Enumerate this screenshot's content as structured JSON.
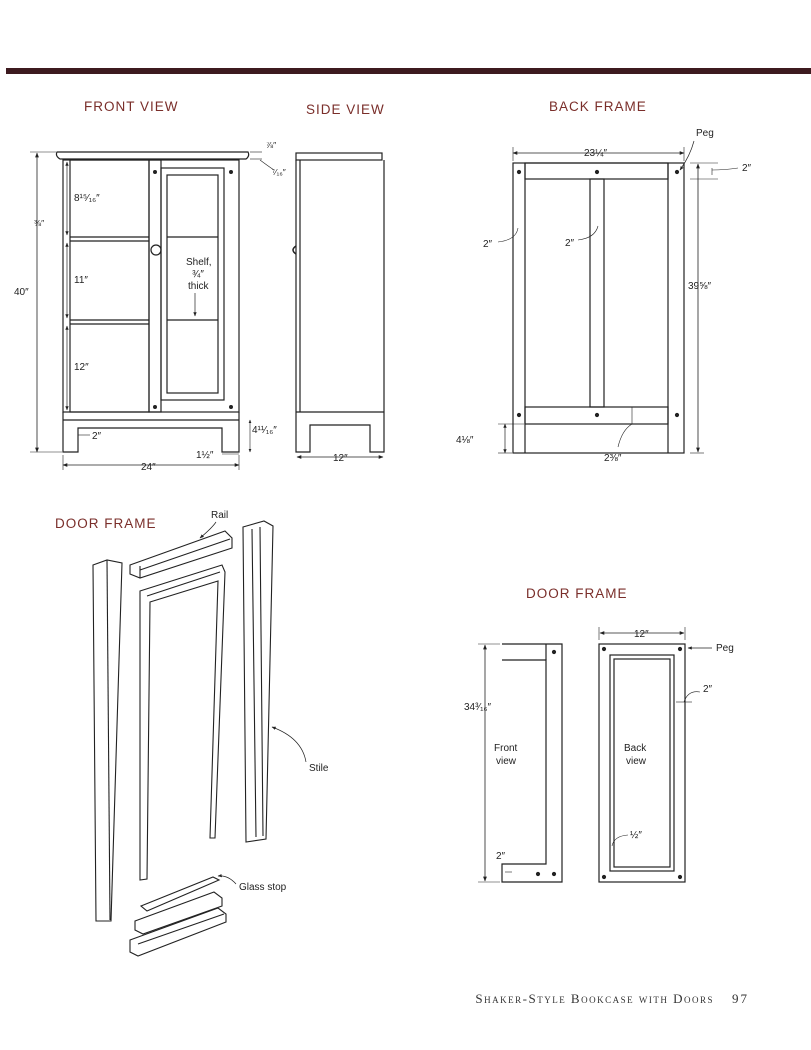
{
  "titles": {
    "front_view": "FRONT VIEW",
    "side_view": "SIDE VIEW",
    "back_frame": "BACK FRAME",
    "door_frame_exploded": "DOOR FRAME",
    "door_frame_views": "DOOR FRAME"
  },
  "front_view": {
    "dim_top_molding": "⅞″",
    "dim_reveal": "⁷⁄₁₆″",
    "dim_left_offset": "⅜″",
    "dim_height": "40″",
    "dim_top_shelf_space": "8¹⁵⁄₁₆″",
    "dim_middle_shelf_space": "11″",
    "dim_bottom_shelf_space": "12″",
    "shelf_note_line1": "Shelf,",
    "shelf_note_line2": "¾″",
    "shelf_note_line3": "thick",
    "dim_base_rail": "2″",
    "dim_width": "24″",
    "dim_foot_width": "1½″",
    "dim_foot_height": "4¹¹⁄₁₆″"
  },
  "side_view": {
    "dim_depth": "12″"
  },
  "back_frame": {
    "label_peg": "Peg",
    "dim_width": "23¼″",
    "dim_top_rail": "2″",
    "dim_left_stile": "2″",
    "dim_center_stile": "2″",
    "dim_height": "39⅝″",
    "dim_bottom_offset": "4⅛″",
    "dim_bottom_rail": "2⅜″"
  },
  "door_exploded": {
    "label_rail": "Rail",
    "label_stile": "Stile",
    "label_glass_stop": "Glass stop"
  },
  "door_views": {
    "dim_width": "12″",
    "label_peg": "Peg",
    "dim_height": "34³⁄₁₆″",
    "front_label_line1": "Front",
    "front_label_line2": "view",
    "back_label_line1": "Back",
    "back_label_line2": "view",
    "dim_stile_width": "2″",
    "dim_rabbet": "½″",
    "dim_bottom_rail": "2″"
  },
  "footer": {
    "title": "Shaker-Style Bookcase with Doors",
    "page_number": "97"
  }
}
